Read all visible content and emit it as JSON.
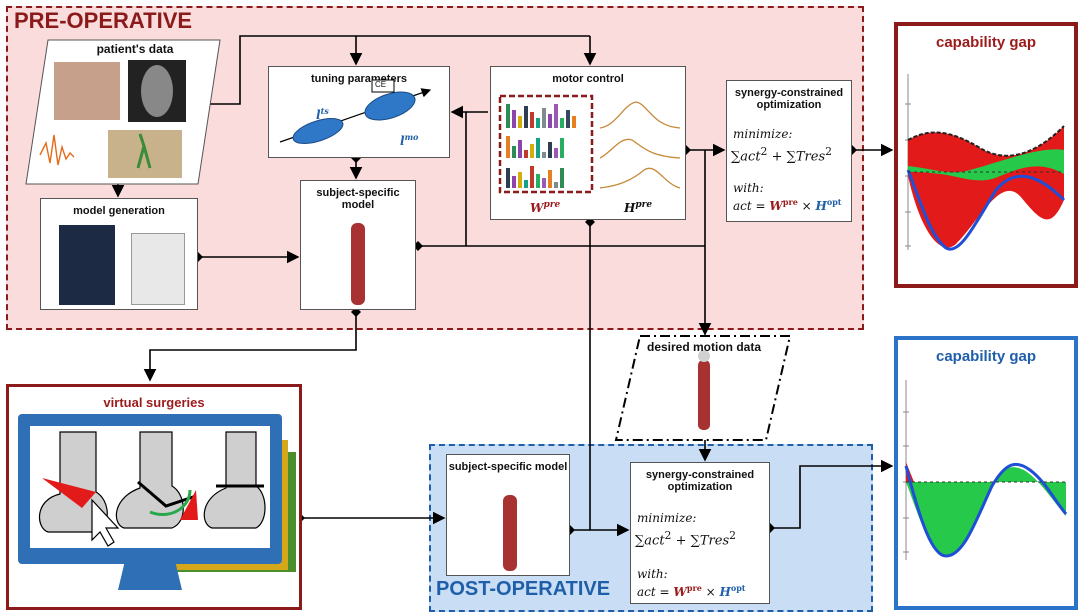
{
  "zones": {
    "pre_operative": "PRE-OPERATIVE",
    "post_operative": "POST-OPERATIVE"
  },
  "nodes": {
    "patients_data": "patient's data",
    "tuning_parameters": "tuning parameters",
    "tuning_lts": "l",
    "tuning_lts_sup": "ts",
    "tuning_lmo": "l",
    "tuning_lmo_sup": "mo",
    "tuning_ce": "CE",
    "motor_control": "motor control",
    "w_pre": "W",
    "w_pre_sup": "pre",
    "h_pre": "H",
    "h_pre_sup": "pre",
    "model_generation": "model generation",
    "subject_specific_model_pre": "subject-specific model",
    "subject_specific_model_post": "subject-specific model",
    "virtual_surgeries": "virtual surgeries",
    "desired_motion_data": "desired motion data",
    "capability_gap_pre": "capability gap",
    "capability_gap_post": "capability gap"
  },
  "optimization": {
    "title": "synergy-constrained optimization",
    "minimize": "minimize:",
    "objective_act": "act",
    "objective_tres": "Tres",
    "with": "with:",
    "constraint_lhs": "act =",
    "w": "W",
    "w_sup": "pre",
    "times": "×",
    "h": "H",
    "h_sup": "opt"
  },
  "colors": {
    "pre_red": "#8b1a1a",
    "post_blue": "#2a73c9",
    "pre_fill": "#fadcdc",
    "post_fill": "#c9def5"
  }
}
